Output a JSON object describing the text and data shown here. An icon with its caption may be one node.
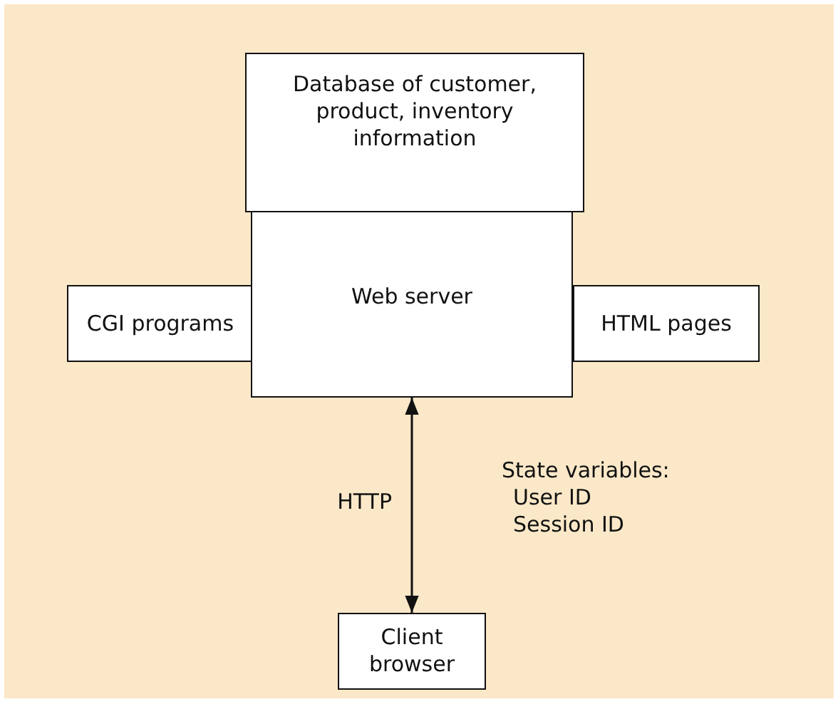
{
  "diagram": {
    "nodes": [
      {
        "text": [
          "Database of customer, product, inventory information"
        ]
      },
      {
        "text": [
          "CGI programs"
        ]
      },
      {
        "text": [
          "Web server"
        ]
      },
      {
        "text": [
          "HTML pages"
        ]
      },
      {
        "text": [
          "Client browser"
        ]
      }
    ],
    "edges": [
      {
        "from": 2,
        "to": 4,
        "arrow": "both",
        "label": "HTTP"
      }
    ],
    "labels": [
      "State variables:",
      "User ID",
      "Session ID"
    ]
  }
}
